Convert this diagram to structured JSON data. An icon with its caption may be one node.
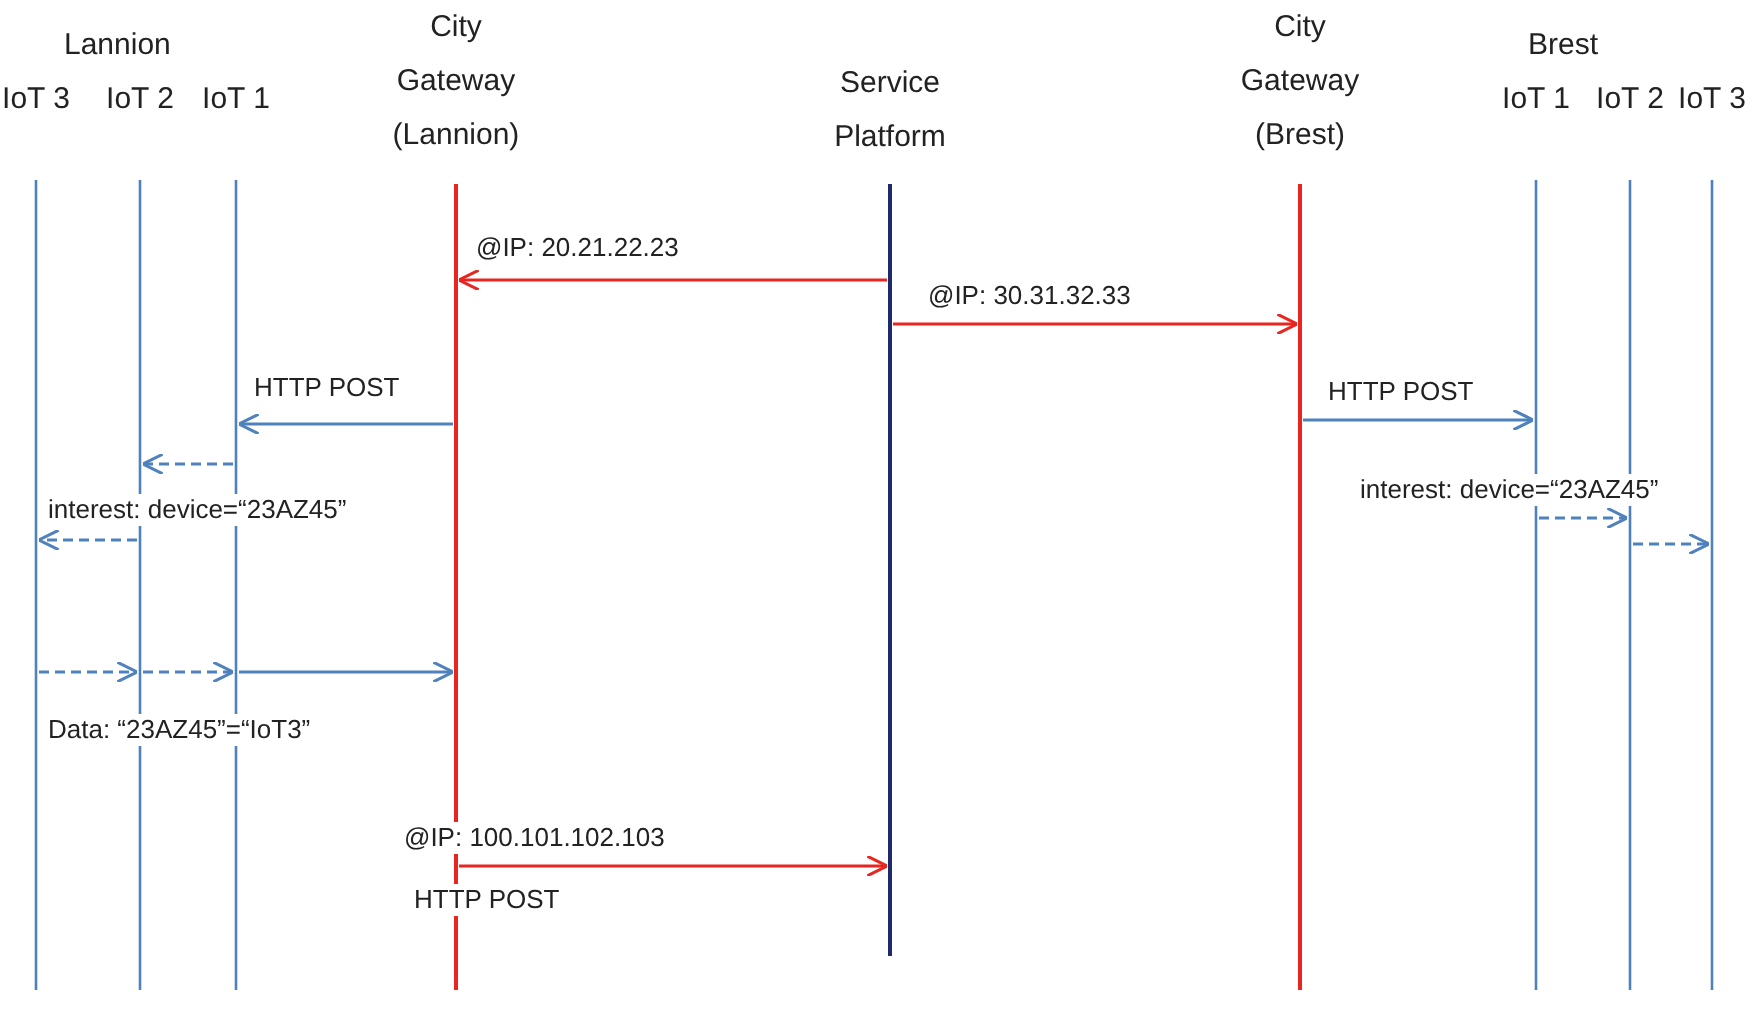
{
  "diagram": {
    "nodes": [
      {
        "text": [
          "IoT 3"
        ]
      },
      {
        "text": [
          "IoT 2"
        ]
      },
      {
        "text": [
          "IoT 1"
        ]
      },
      {
        "text": [
          "City Gateway (Lannion)"
        ]
      },
      {
        "text": [
          "Service Platform"
        ]
      },
      {
        "text": [
          "City Gateway (Brest)"
        ]
      },
      {
        "text": [
          "IoT 1"
        ]
      },
      {
        "text": [
          "IoT 2"
        ]
      },
      {
        "text": [
          "IoT 3"
        ]
      }
    ],
    "edges": [
      {
        "from": 4,
        "to": 3,
        "arrow": "to",
        "label": "@IP: 20.21.22.23",
        "color": "#e8261f"
      },
      {
        "from": 4,
        "to": 5,
        "arrow": "to",
        "label": "@IP: 30.31.32.33",
        "color": "#e8261f"
      },
      {
        "from": 3,
        "to": 2,
        "arrow": "to",
        "label": "HTTP POST"
      },
      {
        "from": 5,
        "to": 6,
        "arrow": "to",
        "label": "HTTP POST"
      },
      {
        "from": 2,
        "to": 1,
        "arrow": "to",
        "style": "dashed"
      },
      {
        "from": 1,
        "to": 0,
        "arrow": "to",
        "style": "dashed"
      },
      {
        "from": 6,
        "to": 7,
        "arrow": "to",
        "style": "dashed"
      },
      {
        "from": 7,
        "to": 8,
        "arrow": "to",
        "style": "dashed"
      },
      {
        "from": 0,
        "to": 1,
        "arrow": "to",
        "style": "dashed"
      },
      {
        "from": 1,
        "to": 2,
        "arrow": "to",
        "style": "dashed"
      },
      {
        "from": 2,
        "to": 3,
        "arrow": "to"
      },
      {
        "from": 3,
        "to": 4,
        "arrow": "to",
        "label": "@IP: 100.101.102.103",
        "color": "#e8261f"
      }
    ],
    "labels": [
      "Lannion",
      "Brest",
      "interest: device=“23AZ45”",
      "interest: device=“23AZ45”",
      "Data: “23AZ45”=“IoT3”",
      "HTTP POST"
    ]
  }
}
